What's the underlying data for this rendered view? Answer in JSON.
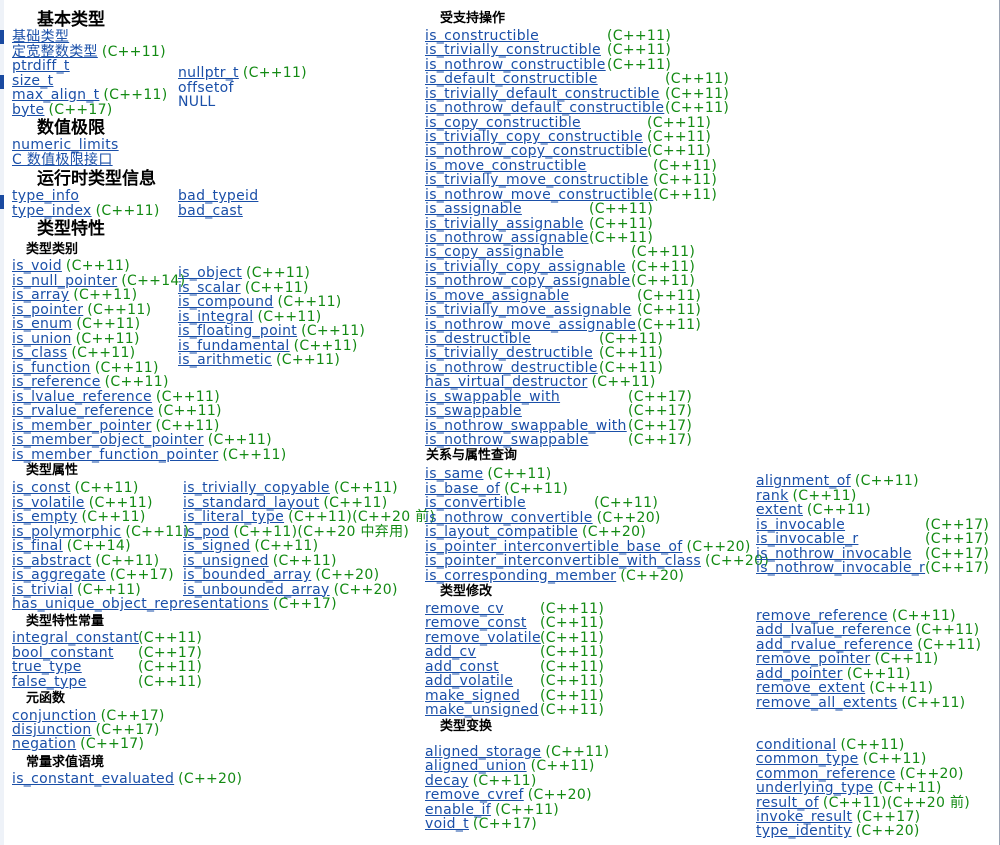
{
  "colors": {
    "link": "#1a4fa8",
    "version": "#138a13",
    "heading": "#000000"
  },
  "left": {
    "basic_types": {
      "heading": "基本类型",
      "col1": [
        {
          "name": "基础类型",
          "ver": ""
        },
        {
          "name": "定宽整数类型",
          "ver": "(C++11)"
        },
        {
          "name": "ptrdiff_t",
          "ver": ""
        },
        {
          "name": "size_t",
          "ver": ""
        },
        {
          "name": "max_align_t",
          "ver": "(C++11)"
        },
        {
          "name": "byte",
          "ver": "(C++17)"
        }
      ],
      "col2": [
        {
          "name": "nullptr_t",
          "ver": "(C++11)"
        },
        {
          "name": "offsetof",
          "ver": ""
        },
        {
          "name": "NULL",
          "ver": ""
        }
      ]
    },
    "numeric_limits": {
      "heading": "数值极限",
      "items": [
        {
          "name": "numeric_limits",
          "ver": ""
        },
        {
          "name": "C 数值极限接口",
          "ver": ""
        }
      ]
    },
    "rtti": {
      "heading": "运行时类型信息",
      "col1": [
        {
          "name": "type_info",
          "ver": ""
        },
        {
          "name": "type_index",
          "ver": "(C++11)"
        }
      ],
      "col2": [
        {
          "name": "bad_typeid",
          "ver": ""
        },
        {
          "name": "bad_cast",
          "ver": ""
        }
      ]
    },
    "type_traits": {
      "heading": "类型特性",
      "categories": {
        "heading": "类型类别",
        "col1": [
          {
            "name": "is_void",
            "ver": "(C++11)"
          },
          {
            "name": "is_null_pointer",
            "ver": "(C++14)"
          },
          {
            "name": "is_array",
            "ver": "(C++11)"
          },
          {
            "name": "is_pointer",
            "ver": "(C++11)"
          },
          {
            "name": "is_enum",
            "ver": "(C++11)"
          },
          {
            "name": "is_union",
            "ver": "(C++11)"
          },
          {
            "name": "is_class",
            "ver": "(C++11)"
          },
          {
            "name": "is_function",
            "ver": "(C++11)"
          },
          {
            "name": "is_reference",
            "ver": "(C++11)"
          },
          {
            "name": "is_lvalue_reference",
            "ver": "(C++11)"
          },
          {
            "name": "is_rvalue_reference",
            "ver": "(C++11)"
          },
          {
            "name": "is_member_pointer",
            "ver": "(C++11)"
          },
          {
            "name": "is_member_object_pointer",
            "ver": "(C++11)"
          },
          {
            "name": "is_member_function_pointer",
            "ver": "(C++11)"
          }
        ],
        "col2": [
          {
            "name": "is_object",
            "ver": "(C++11)"
          },
          {
            "name": "is_scalar",
            "ver": "(C++11)"
          },
          {
            "name": "is_compound",
            "ver": "(C++11)"
          },
          {
            "name": "is_integral",
            "ver": "(C++11)"
          },
          {
            "name": "is_floating_point",
            "ver": "(C++11)"
          },
          {
            "name": "is_fundamental",
            "ver": "(C++11)"
          },
          {
            "name": "is_arithmetic",
            "ver": "(C++11)"
          }
        ]
      },
      "properties": {
        "heading": "类型属性",
        "col1": [
          {
            "name": "is_const",
            "ver": "(C++11)"
          },
          {
            "name": "is_volatile",
            "ver": "(C++11)"
          },
          {
            "name": "is_empty",
            "ver": "(C++11)"
          },
          {
            "name": "is_polymorphic",
            "ver": "(C++11)"
          },
          {
            "name": "is_final",
            "ver": "(C++14)"
          },
          {
            "name": "is_abstract",
            "ver": "(C++11)"
          },
          {
            "name": "is_aggregate",
            "ver": "(C++17)"
          },
          {
            "name": "is_trivial",
            "ver": "(C++11)"
          },
          {
            "name": "has_unique_object_representations",
            "ver": "(C++17)"
          }
        ],
        "col2": [
          {
            "name": "is_trivially_copyable",
            "ver": "(C++11)"
          },
          {
            "name": "is_standard_layout",
            "ver": "(C++11)"
          },
          {
            "name": "is_literal_type",
            "ver": "(C++11)(C++20 前)"
          },
          {
            "name": "is_pod",
            "ver": "(C++11)(C++20 中弃用)"
          },
          {
            "name": "is_signed",
            "ver": "(C++11)"
          },
          {
            "name": "is_unsigned",
            "ver": "(C++11)"
          },
          {
            "name": "is_bounded_array",
            "ver": "(C++20)"
          },
          {
            "name": "is_unbounded_array",
            "ver": "(C++20)"
          }
        ]
      },
      "constants": {
        "heading": "类型特性常量",
        "items": [
          {
            "name": "integral_constant",
            "ver": "(C++11)"
          },
          {
            "name": "bool_constant",
            "ver": "(C++17)"
          },
          {
            "name": "true_type",
            "ver": "(C++11)"
          },
          {
            "name": "false_type",
            "ver": "(C++11)"
          }
        ]
      },
      "metafunctions": {
        "heading": "元函数",
        "items": [
          {
            "name": "conjunction",
            "ver": "(C++17)"
          },
          {
            "name": "disjunction",
            "ver": "(C++17)"
          },
          {
            "name": "negation",
            "ver": "(C++17)"
          }
        ]
      },
      "constant_eval": {
        "heading": "常量求值语境",
        "items": [
          {
            "name": "is_constant_evaluated",
            "ver": "(C++20)"
          }
        ]
      }
    }
  },
  "right": {
    "supported_ops": {
      "heading": "受支持操作",
      "items": [
        {
          "name": "is_constructible",
          "ver": "(C++11)"
        },
        {
          "name": "is_trivially_constructible",
          "ver": "(C++11)"
        },
        {
          "name": "is_nothrow_constructible",
          "ver": "(C++11)"
        },
        {
          "name": "is_default_constructible",
          "ver": "(C++11)"
        },
        {
          "name": "is_trivially_default_constructible",
          "ver": "(C++11)"
        },
        {
          "name": "is_nothrow_default_constructible",
          "ver": "(C++11)"
        },
        {
          "name": "is_copy_constructible",
          "ver": "(C++11)"
        },
        {
          "name": "is_trivially_copy_constructible",
          "ver": "(C++11)"
        },
        {
          "name": "is_nothrow_copy_constructible",
          "ver": "(C++11)"
        },
        {
          "name": "is_move_constructible",
          "ver": "(C++11)"
        },
        {
          "name": "is_trivially_move_constructible",
          "ver": "(C++11)"
        },
        {
          "name": "is_nothrow_move_constructible",
          "ver": "(C++11)"
        },
        {
          "name": "is_assignable",
          "ver": "(C++11)"
        },
        {
          "name": "is_trivially_assignable",
          "ver": "(C++11)"
        },
        {
          "name": "is_nothrow_assignable",
          "ver": "(C++11)"
        },
        {
          "name": "is_copy_assignable",
          "ver": "(C++11)"
        },
        {
          "name": "is_trivially_copy_assignable",
          "ver": "(C++11)"
        },
        {
          "name": "is_nothrow_copy_assignable",
          "ver": "(C++11)"
        },
        {
          "name": "is_move_assignable",
          "ver": "(C++11)"
        },
        {
          "name": "is_trivially_move_assignable",
          "ver": "(C++11)"
        },
        {
          "name": "is_nothrow_move_assignable",
          "ver": "(C++11)"
        },
        {
          "name": "is_destructible",
          "ver": "(C++11)"
        },
        {
          "name": "is_trivially_destructible",
          "ver": "(C++11)"
        },
        {
          "name": "is_nothrow_destructible",
          "ver": "(C++11)"
        },
        {
          "name": "has_virtual_destructor",
          "ver": "(C++11)"
        },
        {
          "name": "is_swappable_with",
          "ver": "(C++17)"
        },
        {
          "name": "is_swappable",
          "ver": "(C++17)"
        },
        {
          "name": "is_nothrow_swappable_with",
          "ver": "(C++17)"
        },
        {
          "name": "is_nothrow_swappable",
          "ver": "(C++17)"
        }
      ]
    },
    "relationships": {
      "heading": "关系与属性查询",
      "col1": [
        {
          "name": "is_same",
          "ver": "(C++11)"
        },
        {
          "name": "is_base_of",
          "ver": "(C++11)"
        },
        {
          "name": "is_convertible",
          "ver": "(C++11)"
        },
        {
          "name": "is_nothrow_convertible",
          "ver": "(C++20)"
        },
        {
          "name": "is_layout_compatible",
          "ver": "(C++20)"
        },
        {
          "name": "is_pointer_interconvertible_base_of",
          "ver": "(C++20)"
        },
        {
          "name": "is_pointer_interconvertible_with_class",
          "ver": "(C++20)"
        },
        {
          "name": "is_corresponding_member",
          "ver": "(C++20)"
        }
      ],
      "col2": [
        {
          "name": "alignment_of",
          "ver": "(C++11)"
        },
        {
          "name": "rank",
          "ver": "(C++11)"
        },
        {
          "name": "extent",
          "ver": "(C++11)"
        },
        {
          "name": "is_invocable",
          "ver": "(C++17)"
        },
        {
          "name": "is_invocable_r",
          "ver": "(C++17)"
        },
        {
          "name": "is_nothrow_invocable",
          "ver": "(C++17)"
        },
        {
          "name": "is_nothrow_invocable_r",
          "ver": "(C++17)"
        }
      ]
    },
    "modifications": {
      "heading": "类型修改",
      "col1": [
        {
          "name": "remove_cv",
          "ver": "(C++11)"
        },
        {
          "name": "remove_const",
          "ver": "(C++11)"
        },
        {
          "name": "remove_volatile",
          "ver": "(C++11)"
        },
        {
          "name": "add_cv",
          "ver": "(C++11)"
        },
        {
          "name": "add_const",
          "ver": "(C++11)"
        },
        {
          "name": "add_volatile",
          "ver": "(C++11)"
        },
        {
          "name": "make_signed",
          "ver": "(C++11)"
        },
        {
          "name": "make_unsigned",
          "ver": "(C++11)"
        }
      ],
      "col2": [
        {
          "name": "remove_reference",
          "ver": "(C++11)"
        },
        {
          "name": "add_lvalue_reference",
          "ver": "(C++11)"
        },
        {
          "name": "add_rvalue_reference",
          "ver": "(C++11)"
        },
        {
          "name": "remove_pointer",
          "ver": "(C++11)"
        },
        {
          "name": "add_pointer",
          "ver": "(C++11)"
        },
        {
          "name": "remove_extent",
          "ver": "(C++11)"
        },
        {
          "name": "remove_all_extents",
          "ver": "(C++11)"
        }
      ]
    },
    "transformations": {
      "heading": "类型变换",
      "col1": [
        {
          "name": "aligned_storage",
          "ver": "(C++11)"
        },
        {
          "name": "aligned_union",
          "ver": "(C++11)"
        },
        {
          "name": "decay",
          "ver": "(C++11)"
        },
        {
          "name": "remove_cvref",
          "ver": "(C++20)"
        },
        {
          "name": "enable_if",
          "ver": "(C++11)"
        },
        {
          "name": "void_t",
          "ver": "(C++17)"
        }
      ],
      "col2": [
        {
          "name": "conditional",
          "ver": "(C++11)"
        },
        {
          "name": "common_type",
          "ver": "(C++11)"
        },
        {
          "name": "common_reference",
          "ver": "(C++20)"
        },
        {
          "name": "underlying_type",
          "ver": "(C++11)"
        },
        {
          "name": "result_of",
          "ver": "(C++11)(C++20 前)"
        },
        {
          "name": "invoke_result",
          "ver": "(C++17)"
        },
        {
          "name": "type_identity",
          "ver": "(C++20)"
        }
      ]
    }
  }
}
